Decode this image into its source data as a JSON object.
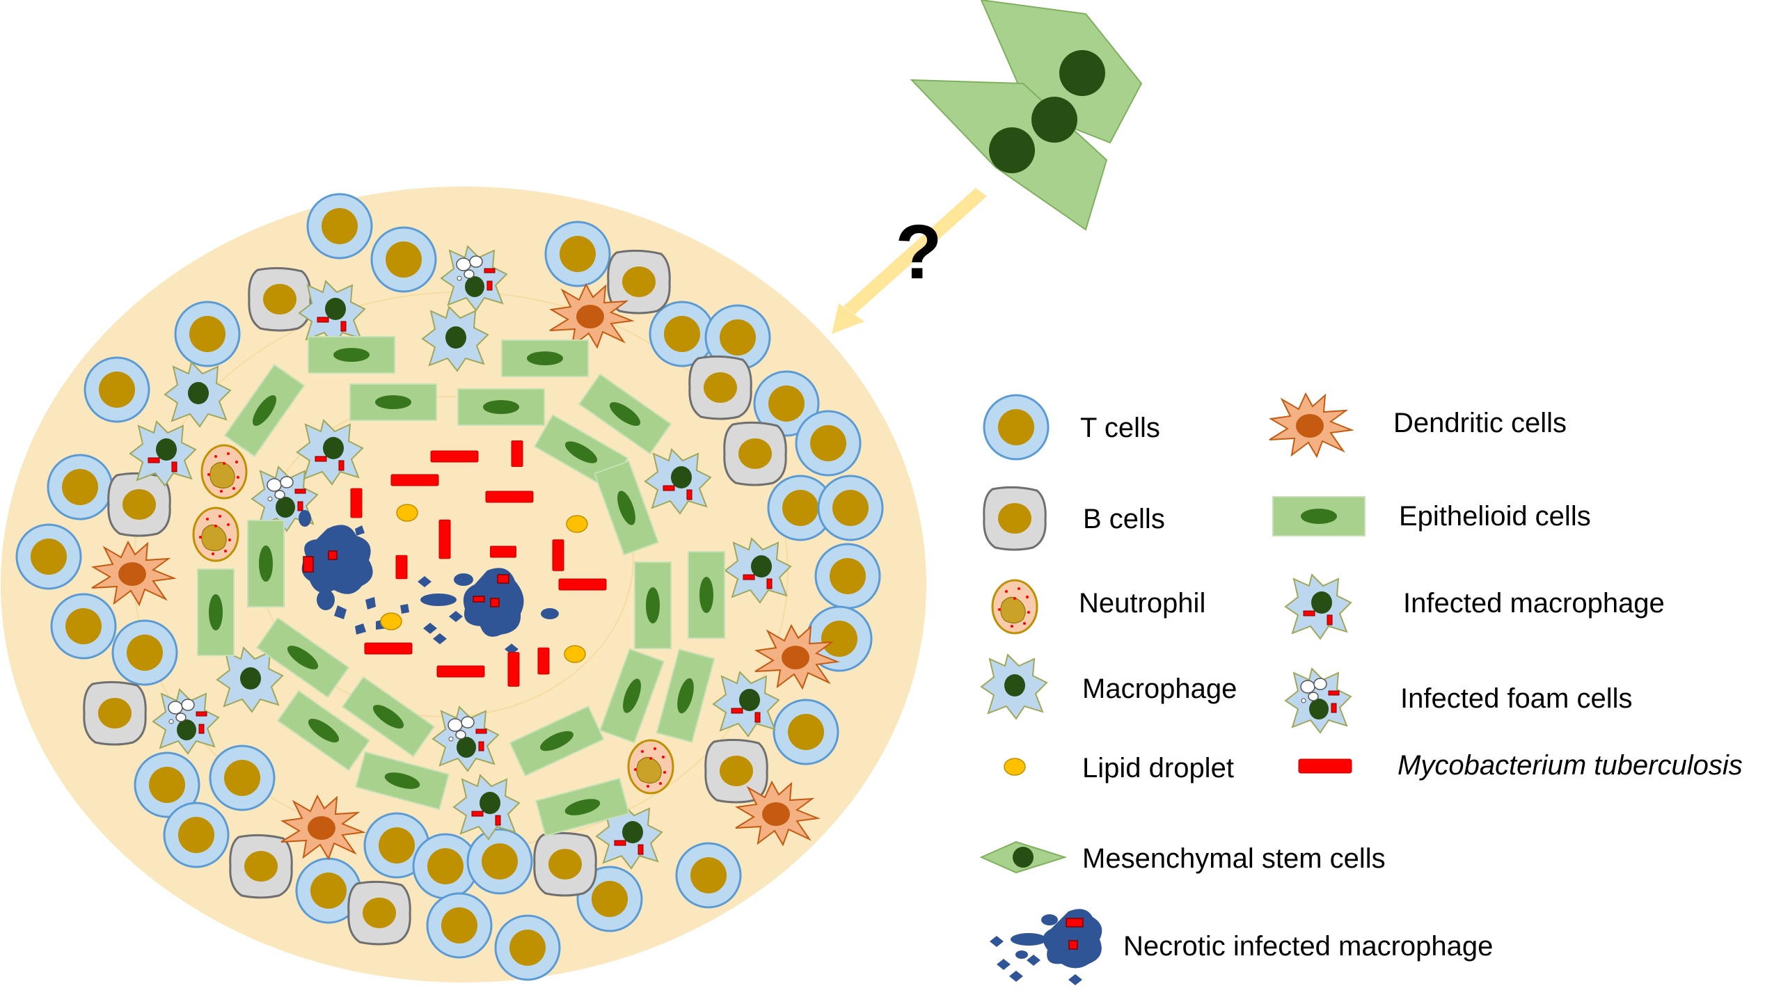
{
  "question_mark": "?",
  "legend": {
    "t_cells": "T cells",
    "b_cells": "B cells",
    "neutrophil": "Neutrophil",
    "macrophage": "Macrophage",
    "lipid_droplet": "Lipid droplet",
    "dendritic_cells": "Dendritic cells",
    "epithelioid_cells": "Epithelioid cells",
    "infected_macrophage": "Infected macrophage",
    "infected_foam_cells": "Infected foam cells",
    "mycobacterium": "Mycobacterium tuberculosis",
    "msc": "Mesenchymal stem cells",
    "necrotic": "Necrotic infected macrophage"
  },
  "colors": {
    "granuloma_bg": "#fbe7bd",
    "t_cell_fill": "#bcd9f2",
    "t_cell_stroke": "#5b9bd5",
    "nucleus_gold": "#bf9000",
    "b_cell_fill": "#d9d9d9",
    "b_cell_stroke": "#6f6f6f",
    "epithelioid": "#a9d18e",
    "epithelioid_nucleus": "#38761d",
    "macrophage": "#bdd7ee",
    "macrophage_nucleus": "#274e13",
    "dendritic": "#f4b183",
    "dendritic_nucleus": "#c55a11",
    "necrotic": "#2f5597",
    "bacterium": "#ff0000",
    "lipid": "#ffc000",
    "neutrophil": "#f8cbad",
    "msc": "#a9d18e",
    "arrow": "#ffe699"
  }
}
